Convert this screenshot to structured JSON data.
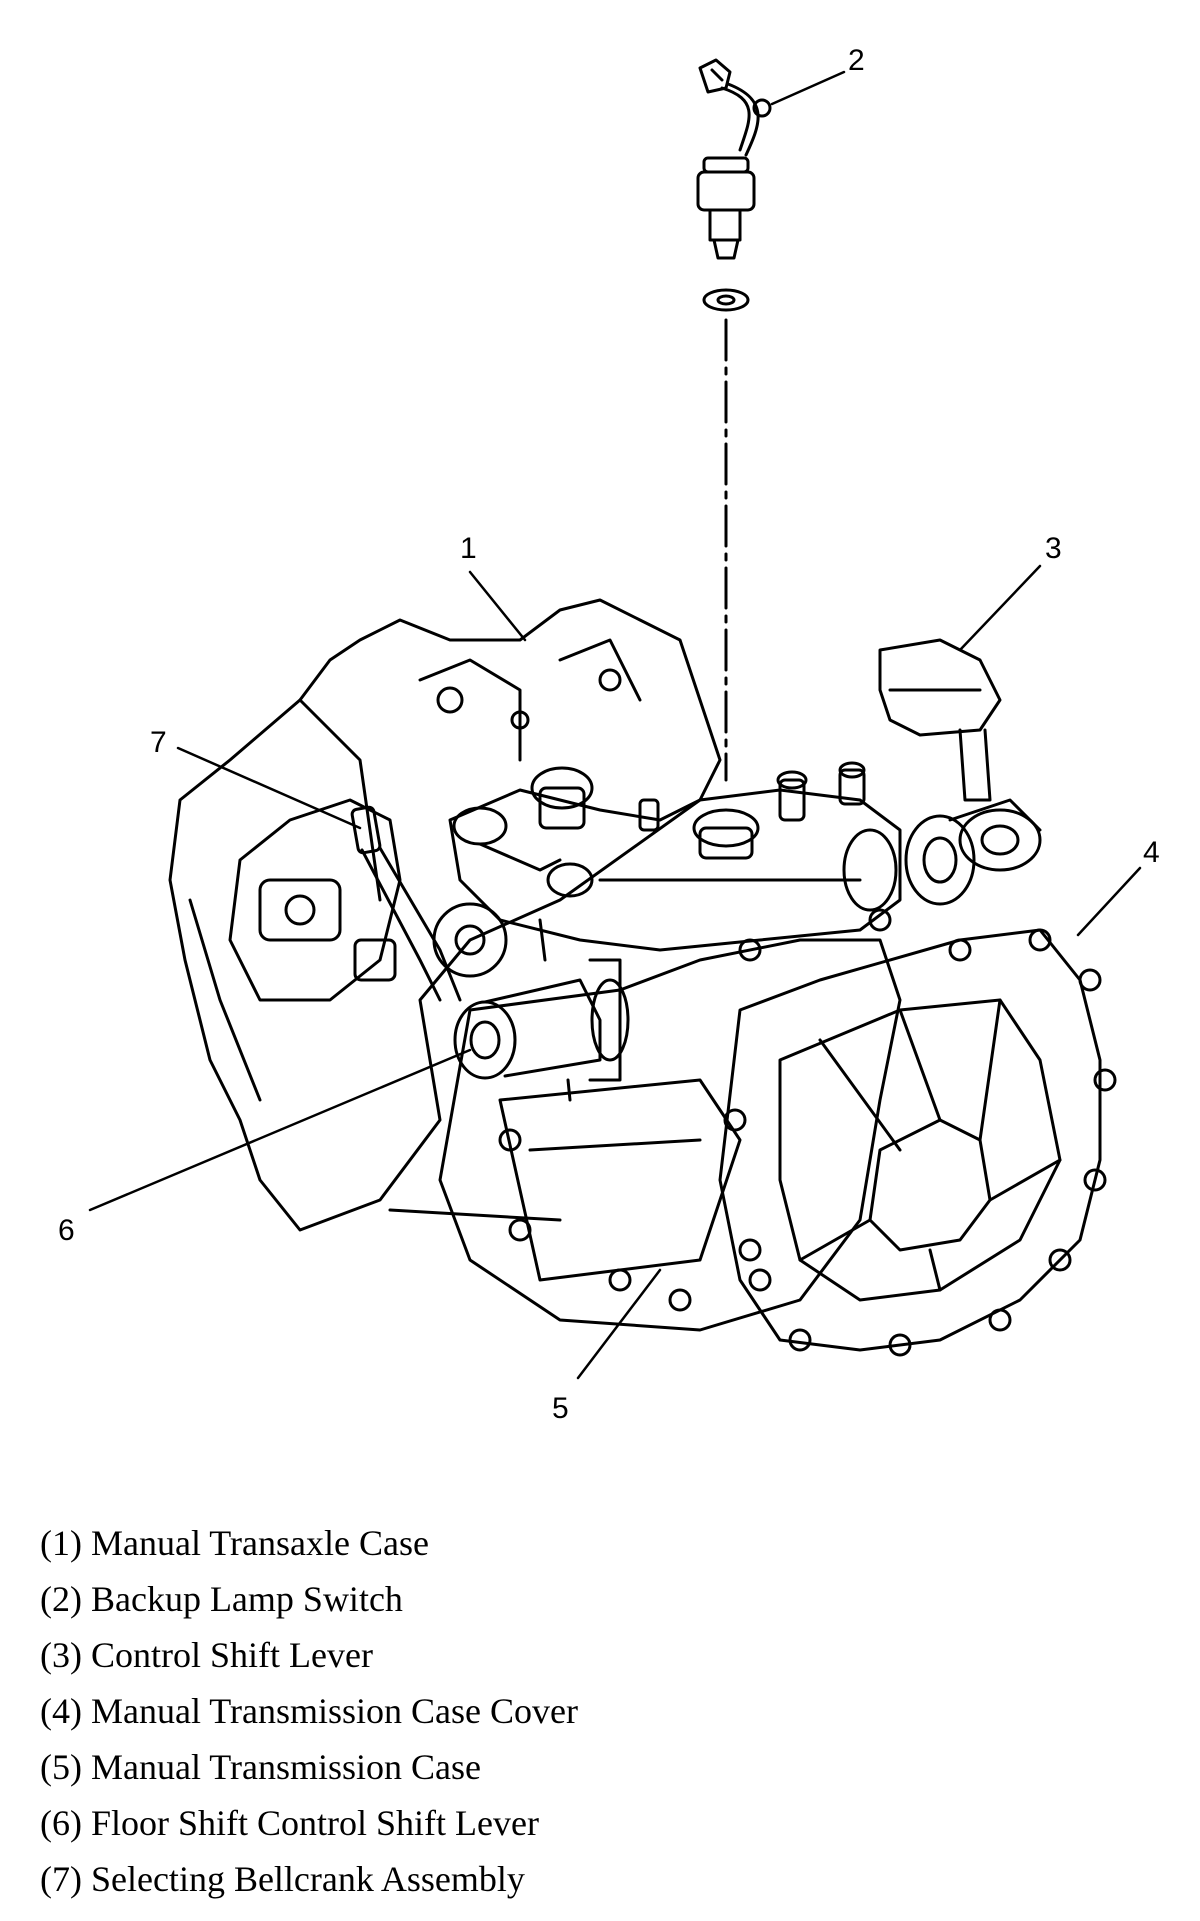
{
  "callouts": {
    "c1": "1",
    "c2": "2",
    "c3": "3",
    "c4": "4",
    "c5": "5",
    "c6": "6",
    "c7": "7"
  },
  "legend": [
    "(1) Manual Transaxle Case",
    "(2) Backup Lamp Switch",
    "(3) Control Shift Lever",
    "(4) Manual Transmission Case Cover",
    "(5) Manual Transmission Case",
    "(6) Floor Shift Control Shift Lever",
    "(7) Selecting Bellcrank Assembly"
  ]
}
